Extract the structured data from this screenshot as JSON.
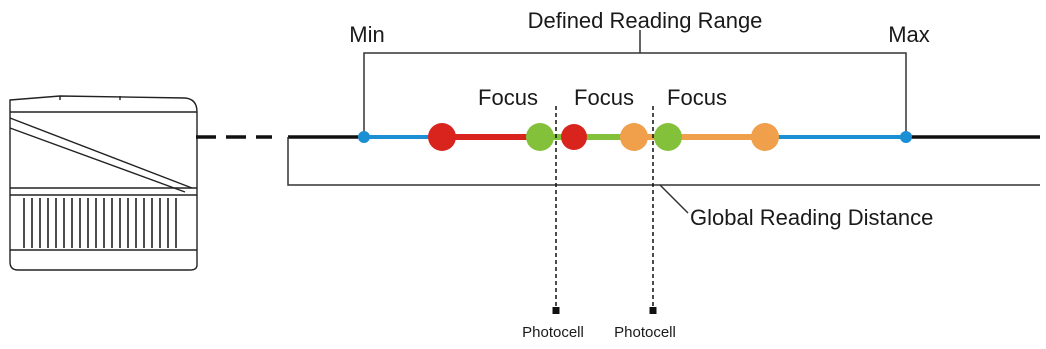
{
  "labels": {
    "min": "Min",
    "max": "Max",
    "defined_range": "Defined Reading Range",
    "global_distance": "Global Reading Distance",
    "focus": [
      "Focus",
      "Focus",
      "Focus"
    ],
    "photocell": [
      "Photocell",
      "Photocell"
    ]
  },
  "colors": {
    "line": "#111111",
    "range_blue": "#1a8fd4",
    "focus_red": "#d9241d",
    "focus_green": "#84c13a",
    "focus_orange": "#f0a04b"
  },
  "icons": {
    "scanner": "barcode-scanner-device-icon"
  }
}
